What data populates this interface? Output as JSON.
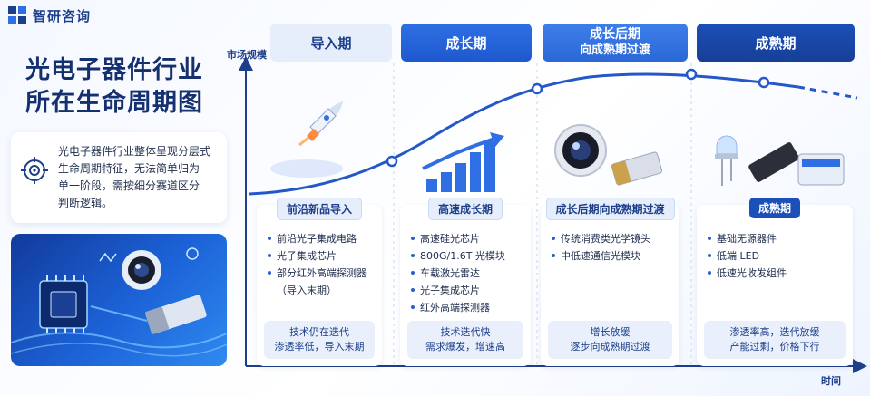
{
  "logo": {
    "text": "智研咨询"
  },
  "title": {
    "line1": "光电子器件行业",
    "line2": "所在生命周期图"
  },
  "description": {
    "lines": [
      "光电子器件行业整体呈现分层式",
      "生命周期特征，无法简单归为",
      "单一阶段，需按细分赛道区分",
      "判断逻辑。"
    ]
  },
  "axes": {
    "y_label": "市场规模",
    "x_label": "时间"
  },
  "stages": [
    {
      "header": [
        "导入期"
      ],
      "card_title": "前沿新品导入",
      "items": [
        "前沿光子集成电路",
        "光子集成芯片",
        "部分红外高端探测器"
      ],
      "items_cont": "（导入末期）",
      "note": [
        "技术仍在迭代",
        "渗透率低，导入末期"
      ]
    },
    {
      "header": [
        "成长期"
      ],
      "card_title": "高速成长期",
      "items": [
        "高速硅光芯片",
        "800G/1.6T 光模块",
        "车载激光雷达",
        "光子集成芯片",
        "红外高端探测器"
      ],
      "items_cont": "",
      "note": [
        "技术迭代快",
        "需求爆发，增速高"
      ]
    },
    {
      "header": [
        "成长后期",
        "向成熟期过渡"
      ],
      "card_title": "成长后期向成熟期过渡",
      "items": [
        "传统消费类光学镜头",
        "中低速通信光模块"
      ],
      "items_cont": "",
      "note": [
        "增长放缓",
        "逐步向成熟期过渡"
      ]
    },
    {
      "header": [
        "成熟期"
      ],
      "card_title": "成熟期",
      "items": [
        "基础无源器件",
        "低端 LED",
        "低速光收发组件"
      ],
      "items_cont": "",
      "note": [
        "渗透率高，迭代放缓",
        "产能过剩，价格下行"
      ]
    }
  ],
  "colors": {
    "primary": "#1d3f8a",
    "accent": "#2f6fe3",
    "dark_accent": "#163f97",
    "curve": "#2457c8",
    "card_bg": "#ffffff",
    "note_bg": "#e9f0fc"
  },
  "icons": [
    "logo-mark-icon",
    "target-icon",
    "rocket-icon",
    "growth-bars-icon",
    "camera-lens-icon",
    "optical-module-icon",
    "led-icon",
    "transceiver-icon",
    "chip-icon"
  ]
}
